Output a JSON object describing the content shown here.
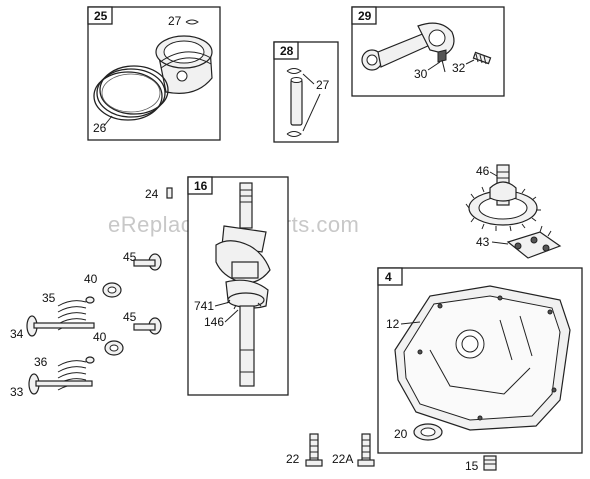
{
  "watermark": "eReplacementParts.com",
  "boxes": {
    "b25": "25",
    "b28": "28",
    "b29": "29",
    "b16": "16",
    "b4": "4"
  },
  "callouts": {
    "c27a": "27",
    "c26": "26",
    "c27b": "27",
    "c30": "30",
    "c32": "32",
    "c46": "46",
    "c24": "24",
    "c43": "43",
    "c45a": "45",
    "c40a": "40",
    "c35": "35",
    "c34": "34",
    "c45b": "45",
    "c40b": "40",
    "c36": "36",
    "c33": "33",
    "c741": "741",
    "c146": "146",
    "c12": "12",
    "c20": "20",
    "c22": "22",
    "c22a": "22A",
    "c15": "15"
  }
}
